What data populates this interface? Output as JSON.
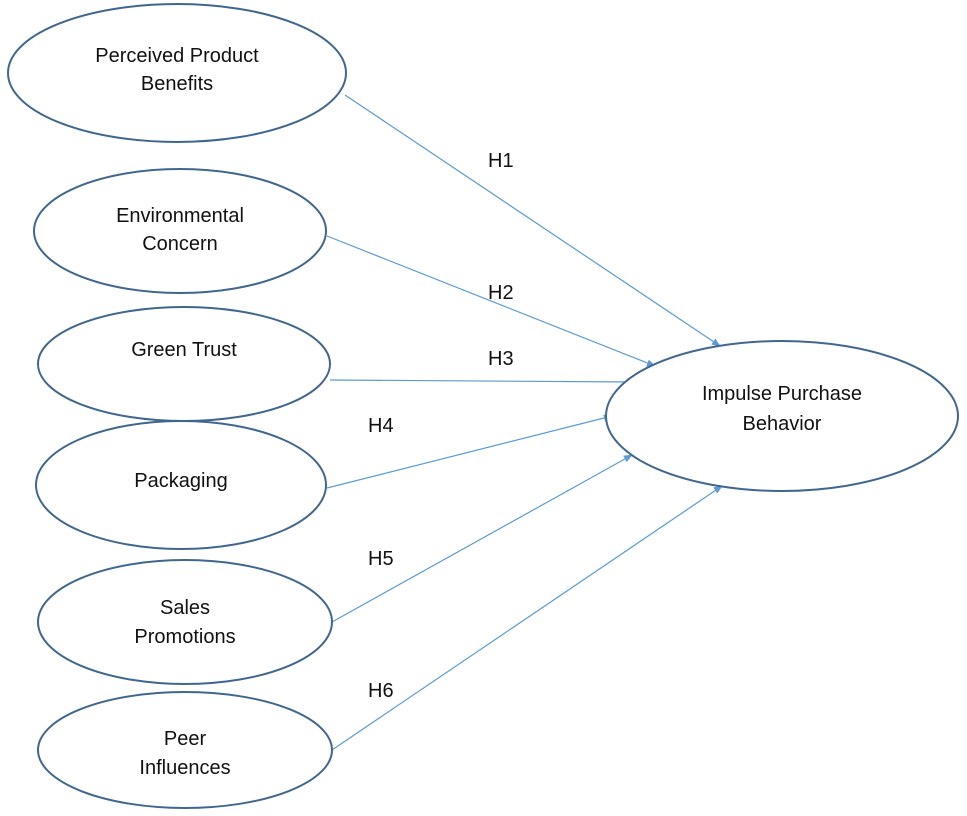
{
  "colors": {
    "ellipse_stroke": "#41678f",
    "arrow": "#5b9bd5",
    "text": "#111111"
  },
  "nodes": [
    {
      "id": "perceived-product-benefits",
      "lines": [
        "Perceived Product",
        "Benefits"
      ]
    },
    {
      "id": "environmental-concern",
      "lines": [
        "Environmental",
        "Concern"
      ]
    },
    {
      "id": "green-trust",
      "lines": [
        "Green Trust"
      ]
    },
    {
      "id": "packaging",
      "lines": [
        "Packaging"
      ]
    },
    {
      "id": "sales-promotions",
      "lines": [
        "Sales",
        "Promotions"
      ]
    },
    {
      "id": "peer-influences",
      "lines": [
        "Peer",
        "Influences"
      ]
    }
  ],
  "target": {
    "id": "impulse-purchase-behavior",
    "lines": [
      "Impulse Purchase",
      "Behavior"
    ]
  },
  "hypotheses": [
    {
      "label": "H1",
      "from": "perceived-product-benefits",
      "to": "impulse-purchase-behavior"
    },
    {
      "label": "H2",
      "from": "environmental-concern",
      "to": "impulse-purchase-behavior"
    },
    {
      "label": "H3",
      "from": "green-trust",
      "to": "impulse-purchase-behavior"
    },
    {
      "label": "H4",
      "from": "packaging",
      "to": "impulse-purchase-behavior"
    },
    {
      "label": "H5",
      "from": "sales-promotions",
      "to": "impulse-purchase-behavior"
    },
    {
      "label": "H6",
      "from": "peer-influences",
      "to": "impulse-purchase-behavior"
    }
  ]
}
